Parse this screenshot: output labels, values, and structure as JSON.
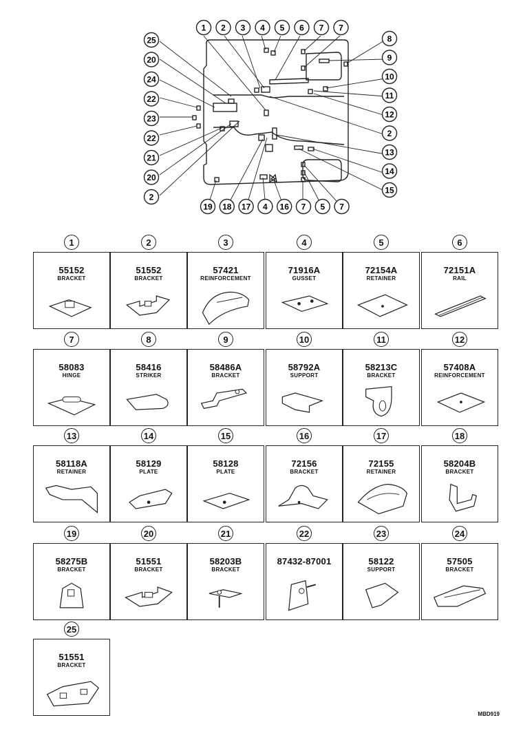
{
  "diagram": {
    "callouts_top": [
      "25",
      "20",
      "24",
      "22",
      "23",
      "22",
      "21",
      "20",
      "2"
    ],
    "callouts_row_top": [
      "1",
      "2",
      "3",
      "4",
      "5",
      "6",
      "7",
      "7"
    ],
    "callouts_right": [
      "8",
      "9",
      "10",
      "11",
      "12",
      "2",
      "13",
      "14",
      "15"
    ],
    "callouts_bottom": [
      "19",
      "18",
      "17",
      "4",
      "16",
      "7",
      "5",
      "7"
    ]
  },
  "parts": [
    {
      "index": "1",
      "number": "55152",
      "name": "BRACKET"
    },
    {
      "index": "2",
      "number": "51552",
      "name": "BRACKET"
    },
    {
      "index": "3",
      "number": "57421",
      "name": "REINFORCEMENT"
    },
    {
      "index": "4",
      "number": "71916A",
      "name": "GUSSET"
    },
    {
      "index": "5",
      "number": "72154A",
      "name": "RETAINER"
    },
    {
      "index": "6",
      "number": "72151A",
      "name": "RAIL"
    },
    {
      "index": "7",
      "number": "58083",
      "name": "HINGE"
    },
    {
      "index": "8",
      "number": "58416",
      "name": "STRIKER"
    },
    {
      "index": "9",
      "number": "58486A",
      "name": "BRACKET"
    },
    {
      "index": "10",
      "number": "58792A",
      "name": "SUPPORT"
    },
    {
      "index": "11",
      "number": "58213C",
      "name": "BRACKET"
    },
    {
      "index": "12",
      "number": "57408A",
      "name": "REINFORCEMENT"
    },
    {
      "index": "13",
      "number": "58118A",
      "name": "RETAINER"
    },
    {
      "index": "14",
      "number": "58129",
      "name": "PLATE"
    },
    {
      "index": "15",
      "number": "58128",
      "name": "PLATE"
    },
    {
      "index": "16",
      "number": "72156",
      "name": "BRACKET"
    },
    {
      "index": "17",
      "number": "72155",
      "name": "RETAINER"
    },
    {
      "index": "18",
      "number": "58204B",
      "name": "BRACKET"
    },
    {
      "index": "19",
      "number": "58275B",
      "name": "BRACKET"
    },
    {
      "index": "20",
      "number": "51551",
      "name": "BRACKET"
    },
    {
      "index": "21",
      "number": "58203B",
      "name": "BRACKET"
    },
    {
      "index": "22",
      "number": "87432-87001",
      "name": ""
    },
    {
      "index": "23",
      "number": "58122",
      "name": "SUPPORT"
    },
    {
      "index": "24",
      "number": "57505",
      "name": "BRACKET"
    },
    {
      "index": "25",
      "number": "51551",
      "name": "BRACKET"
    }
  ],
  "footer": {
    "code": "MBD919"
  }
}
